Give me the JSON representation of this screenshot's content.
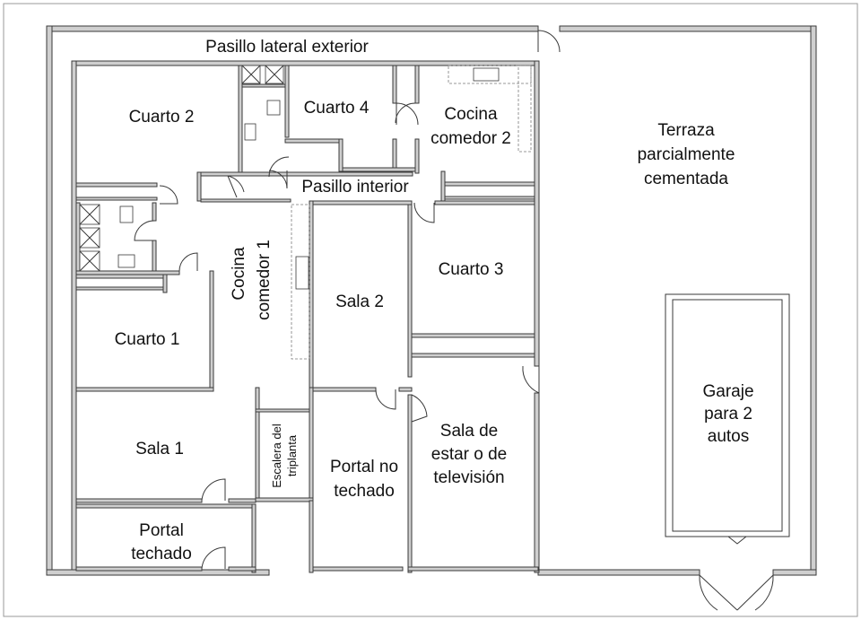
{
  "rooms": {
    "pasillo_lateral": "Pasillo lateral exterior",
    "cuarto2": "Cuarto 2",
    "cuarto4": "Cuarto 4",
    "cocina2_l1": "Cocina",
    "cocina2_l2": "comedor 2",
    "terraza_l1": "Terraza",
    "terraza_l2": "parcialmente",
    "terraza_l3": "cementada",
    "pasillo_interior": "Pasillo interior",
    "cocina1_l1": "Cocina",
    "cocina1_l2": "comedor 1",
    "cuarto3": "Cuarto 3",
    "sala2": "Sala 2",
    "cuarto1": "Cuarto 1",
    "garaje_l1": "Garaje",
    "garaje_l2": "para 2",
    "garaje_l3": "autos",
    "sala1": "Sala 1",
    "escalera_l1": "Escalera del",
    "escalera_l2": "triplanta",
    "portal_no_l1": "Portal no",
    "portal_no_l2": "techado",
    "sala_estar_l1": "Sala de",
    "sala_estar_l2": "estar o de",
    "sala_estar_l3": "televisión",
    "portal_t_l1": "Portal",
    "portal_t_l2": "techado"
  }
}
